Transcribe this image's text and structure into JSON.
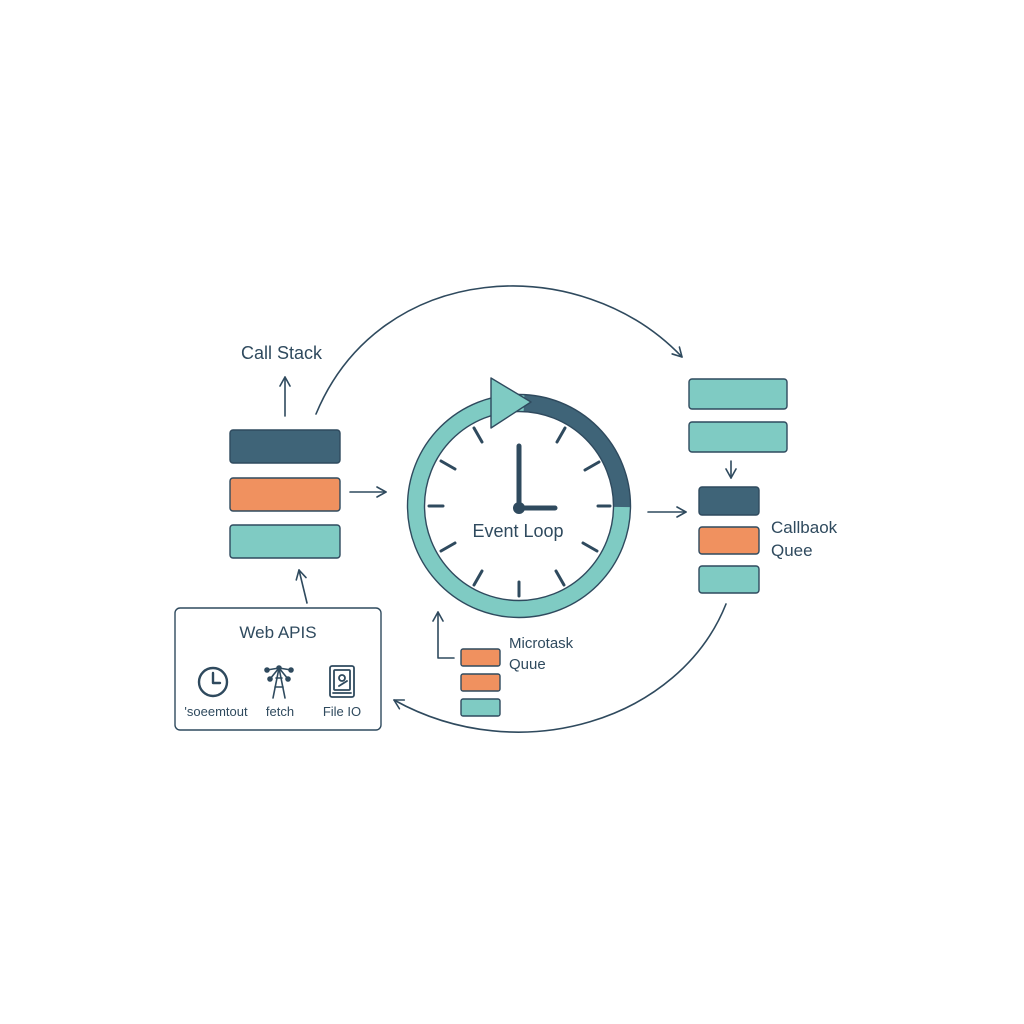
{
  "title": "",
  "call_stack": {
    "label": "Call Stack",
    "blocks": [
      "dark",
      "orange",
      "teal"
    ]
  },
  "event_loop": {
    "label": "Event Loop"
  },
  "callback_queue": {
    "label_line1": "Callbaok",
    "label_line2": "Quee",
    "blocks": [
      "teal",
      "teal",
      "dark",
      "orange",
      "teal"
    ]
  },
  "microtask_queue": {
    "label_line1": "Microtask",
    "label_line2": "Quue",
    "blocks": [
      "orange",
      "orange",
      "teal"
    ]
  },
  "web_apis": {
    "title": "Web APIS",
    "items": [
      {
        "label": "'soeemtout",
        "icon": "clock-icon"
      },
      {
        "label": "fetch",
        "icon": "antenna-icon"
      },
      {
        "label": "File IO",
        "icon": "file-drive-icon"
      }
    ]
  },
  "colors": {
    "dark": "#3f6478",
    "orange": "#f0915f",
    "teal": "#7fcbc3",
    "line": "#2f4a5e",
    "ring_dark": "#3f6478",
    "ring_teal": "#7fcbc3"
  }
}
